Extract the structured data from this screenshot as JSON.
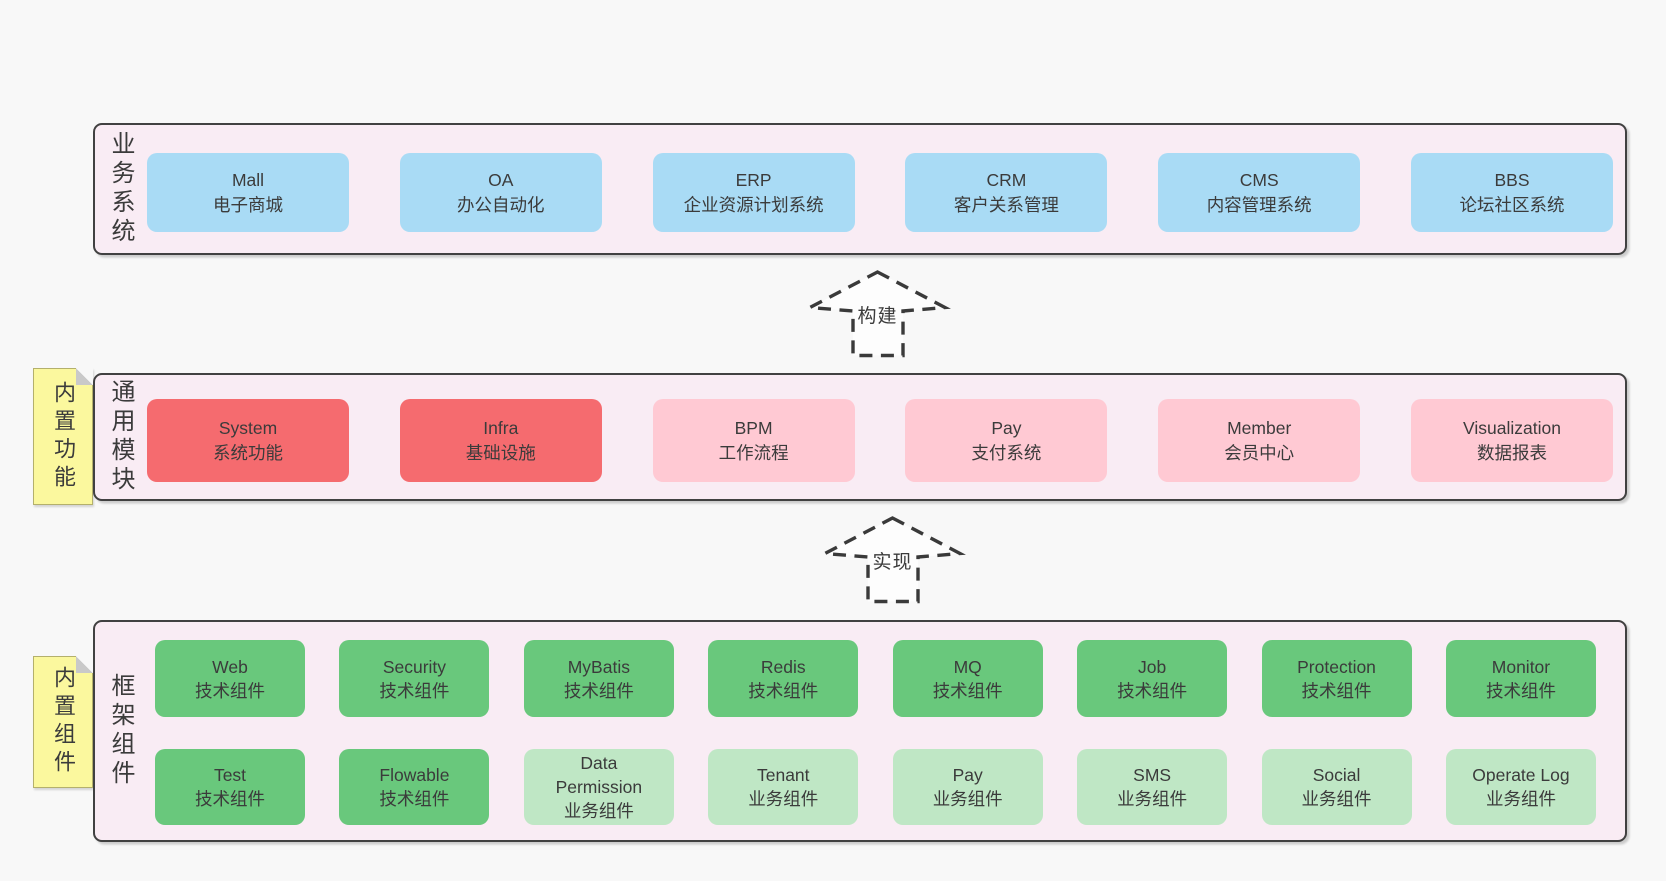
{
  "colors": {
    "bg": "#f8f8f8",
    "panel": "#f9ecf4",
    "panel-border": "#414141",
    "text": "#3b3b3b",
    "blue": "#a9dbf5",
    "red": "#f56b6f",
    "pink": "#ffc9d3",
    "green": "#69c87c",
    "lightgreen": "#bfe7c5",
    "yellow": "#fbf89e",
    "fold": "#c9c9c9",
    "arrow": "#3a3a3a",
    "arrow-fill": "#fdfdfd"
  },
  "layers": {
    "business": {
      "label": "业务系统",
      "boxes": [
        {
          "en": "Mall",
          "zh": "电子商城",
          "tone": "blue"
        },
        {
          "en": "OA",
          "zh": "办公自动化",
          "tone": "blue"
        },
        {
          "en": "ERP",
          "zh": "企业资源计划系统",
          "tone": "blue"
        },
        {
          "en": "CRM",
          "zh": "客户关系管理",
          "tone": "blue"
        },
        {
          "en": "CMS",
          "zh": "内容管理系统",
          "tone": "blue"
        },
        {
          "en": "BBS",
          "zh": "论坛社区系统",
          "tone": "blue"
        }
      ]
    },
    "modules": {
      "tab": "内置功能",
      "label": "通用模块",
      "boxes": [
        {
          "en": "System",
          "zh": "系统功能",
          "tone": "red"
        },
        {
          "en": "Infra",
          "zh": "基础设施",
          "tone": "red"
        },
        {
          "en": "BPM",
          "zh": "工作流程",
          "tone": "pink"
        },
        {
          "en": "Pay",
          "zh": "支付系统",
          "tone": "pink"
        },
        {
          "en": "Member",
          "zh": "会员中心",
          "tone": "pink"
        },
        {
          "en": "Visualization",
          "zh": "数据报表",
          "tone": "pink"
        }
      ]
    },
    "components": {
      "tab": "内置组件",
      "label": "框架组件",
      "row1": [
        {
          "en": "Web",
          "zh": "技术组件",
          "tone": "green"
        },
        {
          "en": "Security",
          "zh": "技术组件",
          "tone": "green"
        },
        {
          "en": "MyBatis",
          "zh": "技术组件",
          "tone": "green"
        },
        {
          "en": "Redis",
          "zh": "技术组件",
          "tone": "green"
        },
        {
          "en": "MQ",
          "zh": "技术组件",
          "tone": "green"
        },
        {
          "en": "Job",
          "zh": "技术组件",
          "tone": "green"
        },
        {
          "en": "Protection",
          "zh": "技术组件",
          "tone": "green"
        },
        {
          "en": "Monitor",
          "zh": "技术组件",
          "tone": "green"
        }
      ],
      "row2": [
        {
          "en": "Test",
          "zh": "技术组件",
          "tone": "green"
        },
        {
          "en": "Flowable",
          "zh": "技术组件",
          "tone": "green"
        },
        {
          "en": "Data Permission",
          "zh": "业务组件",
          "tone": "lightgreen"
        },
        {
          "en": "Tenant",
          "zh": "业务组件",
          "tone": "lightgreen"
        },
        {
          "en": "Pay",
          "zh": "业务组件",
          "tone": "lightgreen"
        },
        {
          "en": "SMS",
          "zh": "业务组件",
          "tone": "lightgreen"
        },
        {
          "en": "Social",
          "zh": "业务组件",
          "tone": "lightgreen"
        },
        {
          "en": "Operate Log",
          "zh": "业务组件",
          "tone": "lightgreen"
        }
      ]
    }
  },
  "arrows": {
    "build": {
      "label": "构建"
    },
    "implement": {
      "label": "实现"
    }
  }
}
